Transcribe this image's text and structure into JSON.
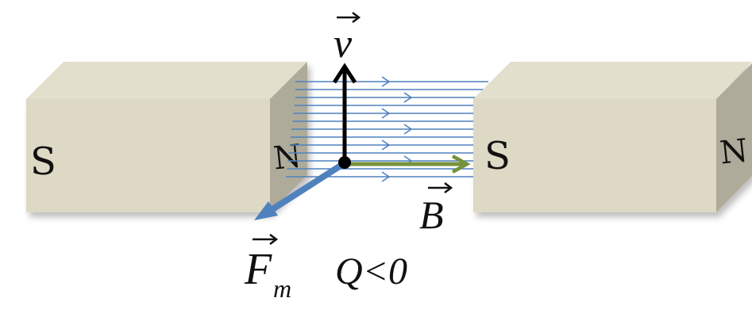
{
  "magnets": {
    "left": {
      "face_label": "S",
      "side_label": "N"
    },
    "right": {
      "face_label": "S",
      "side_label": "N"
    }
  },
  "vectors": {
    "velocity": {
      "symbol": "v",
      "color": "#000000"
    },
    "field": {
      "symbol": "B",
      "color": "#76923c"
    },
    "force": {
      "symbol": "F",
      "subscript": "m",
      "color": "#4f81bd"
    }
  },
  "charge_condition": "Q<0",
  "colors": {
    "magnet_face": "#ddd9c4",
    "magnet_top": "#e2dfcc",
    "magnet_side": "#aeab9a",
    "field_lines": "#4f81bd"
  }
}
